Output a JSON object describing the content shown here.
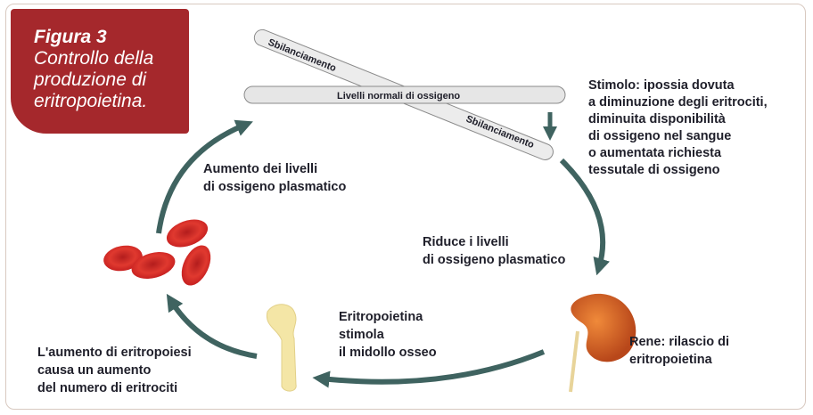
{
  "figure": {
    "number": "Figura 3",
    "title_lines": [
      "Controllo della",
      "produzione di",
      "eritropoietina."
    ]
  },
  "balance": {
    "normal_label": "Livelli normali di ossigeno",
    "imbalance_top": "Sbilanciamento",
    "imbalance_bottom": "Sbilanciamento"
  },
  "stimulus": {
    "lines": [
      "Stimolo: ipossia dovuta",
      "a diminuzione degli eritrociti,",
      "diminuita disponibilità",
      "di ossigeno nel sangue",
      "o aumentata richiesta",
      "tessutale di ossigeno"
    ]
  },
  "steps": {
    "reduce": [
      "Riduce i livelli",
      "di ossigeno plasmatico"
    ],
    "kidney": [
      "Rene: rilascio di",
      "eritropoietina"
    ],
    "marrow": [
      "Eritropoietina",
      "stimola",
      "il midollo osseo"
    ],
    "erythropoiesis": [
      "L'aumento di eritropoiesi",
      "causa un aumento",
      "del numero di eritrociti"
    ],
    "increase": [
      "Aumento dei livelli",
      "di ossigeno plasmatico"
    ]
  },
  "colors": {
    "title_bg": "#a5282c",
    "arrow": "#3f6360",
    "cell": "#d62b2b",
    "kidney": "#c9591f",
    "bone": "#f4e6a6"
  }
}
